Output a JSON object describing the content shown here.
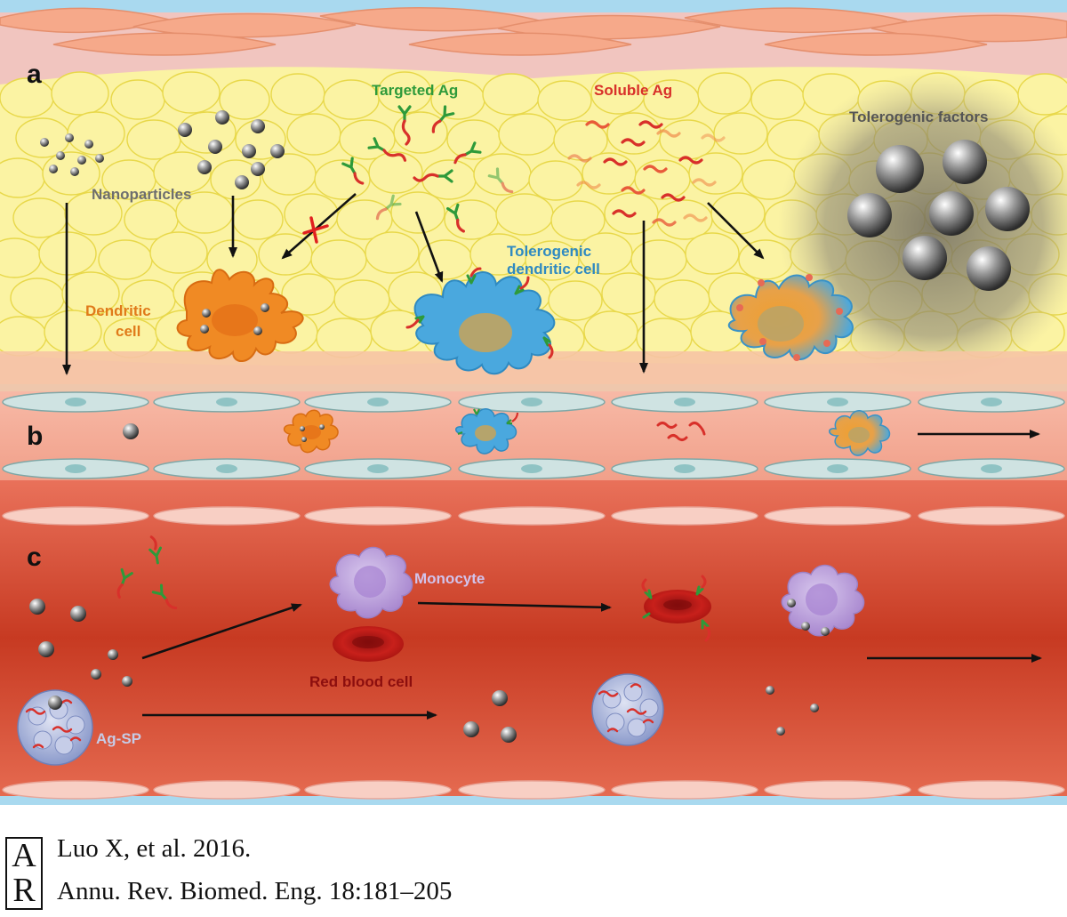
{
  "panels": {
    "a": "a",
    "b": "b",
    "c": "c"
  },
  "labels": {
    "nanoparticles": "Nanoparticles",
    "targeted_ag": "Targeted Ag",
    "soluble_ag": "Soluble Ag",
    "tolerogenic_factors": "Tolerogenic factors",
    "dendritic_cell_line1": "Dendritic",
    "dendritic_cell_line2": "cell",
    "tolerogenic_dc_line1": "Tolerogenic",
    "tolerogenic_dc_line2": "dendritic cell",
    "monocyte": "Monocyte",
    "red_blood_cell": "Red blood cell",
    "ag_sp": "Ag-SP"
  },
  "citation": {
    "logo_top": "A",
    "logo_bottom": "R",
    "line1": "Luo X, et al. 2016.",
    "line2": "Annu. Rev. Biomed. Eng. 18:181–205"
  },
  "colors": {
    "tissue_yellow": "#fbf3a3",
    "vessel_red": "#c93b24",
    "dendritic_orange": "#f08a24",
    "tolerogenic_blue": "#4aa8de",
    "targeted_green": "#2e9a3a",
    "soluble_red": "#d8302a",
    "monocyte_purple": "#b79bd6"
  },
  "icons": [
    "block-x-icon",
    "arrow-icon"
  ]
}
